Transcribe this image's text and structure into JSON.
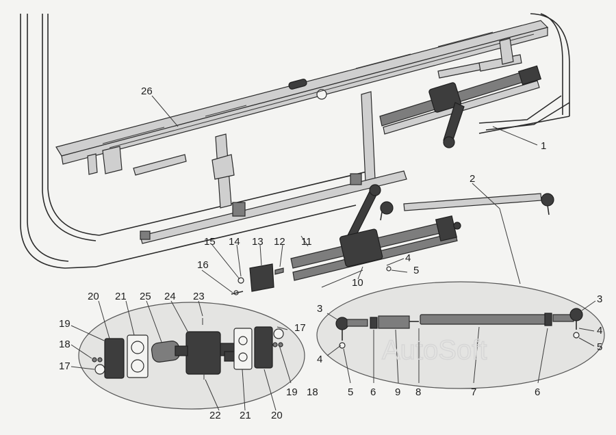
{
  "watermark": "AutoSoft",
  "callouts": {
    "c1": "1",
    "c2": "2",
    "c3a": "3",
    "c3b": "3",
    "c4a": "4",
    "c4b": "4",
    "c4c": "4",
    "c5a": "5",
    "c5b": "5",
    "c5c": "5",
    "c6a": "6",
    "c6b": "6",
    "c7": "7",
    "c8": "8",
    "c9": "9",
    "c10": "10",
    "c11": "11",
    "c12": "12",
    "c13": "13",
    "c14": "14",
    "c15": "15",
    "c16": "16",
    "c17a": "17",
    "c17b": "17",
    "c18a": "18",
    "c18b": "18",
    "c19a": "19",
    "c19b": "19",
    "c20a": "20",
    "c20b": "20",
    "c21a": "21",
    "c21b": "21",
    "c22": "22",
    "c23": "23",
    "c24": "24",
    "c25": "25",
    "c26": "26"
  }
}
